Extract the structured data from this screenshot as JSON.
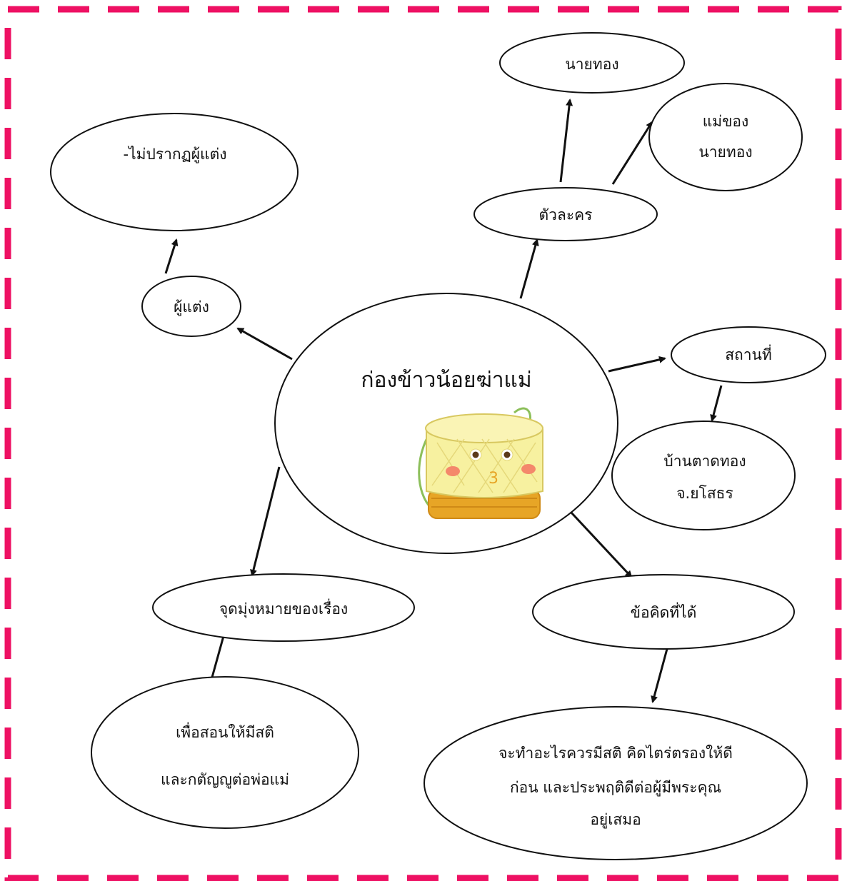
{
  "colors": {
    "border": "#ee1163",
    "stroke": "#111111",
    "basket_light": "#f7f1a0",
    "basket_dark": "#e7a526",
    "strap": "#8cbf5a",
    "cheek": "#f4886b"
  },
  "center": {
    "title": "ก่องข้าวน้อยฆ่าแม่",
    "mascot_mouth": "3",
    "mascot_icon": "sticky-rice-basket-icon"
  },
  "author": {
    "label": "ผู้แต่ง",
    "detail": "-ไม่ปรากฏผู้แต่ง"
  },
  "characters": {
    "label": "ตัวละคร",
    "items": [
      "นายทอง",
      "แม่ของ",
      "นายทอง"
    ]
  },
  "place": {
    "label": "สถานที่",
    "detail": [
      "บ้านตาดทอง",
      "จ.ยโสธร"
    ]
  },
  "purpose": {
    "label": "จุดมุ่งหมายของเรื่อง",
    "detail": [
      "เพื่อสอนให้มีสติ",
      "และกตัญญูต่อพ่อแม่"
    ]
  },
  "lesson": {
    "label": "ข้อคิดที่ได้",
    "detail": [
      "จะทำอะไรควรมีสติ คิดไตร่ตรองให้ดี",
      "ก่อน และประพฤติดีต่อผู้มีพระคุณ",
      "อยู่เสมอ"
    ]
  }
}
